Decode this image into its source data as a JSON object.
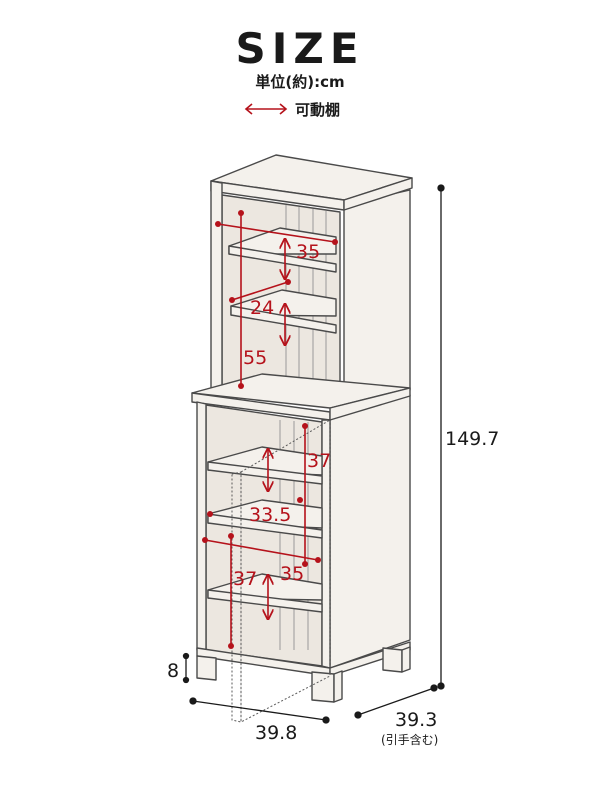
{
  "header": {
    "title": "SIZE",
    "unit": "単位(約):cm",
    "legend_label": "可動棚"
  },
  "colors": {
    "accent_red": "#b5121b",
    "outline": "#4a4a4a",
    "panel": "#f4f1ec"
  },
  "dimensions": {
    "upper_inner_width": "35",
    "upper_shelf_pitch": "24",
    "upper_inner_height": "55",
    "lower_inner_depth": "37",
    "lower_shelf_width": "33.5",
    "lower_inner_width": "35",
    "lower_inner_height": "37",
    "total_height": "149.7",
    "leg_height": "8",
    "width": "39.8",
    "depth": "39.3",
    "depth_note": "(引手含む)"
  }
}
